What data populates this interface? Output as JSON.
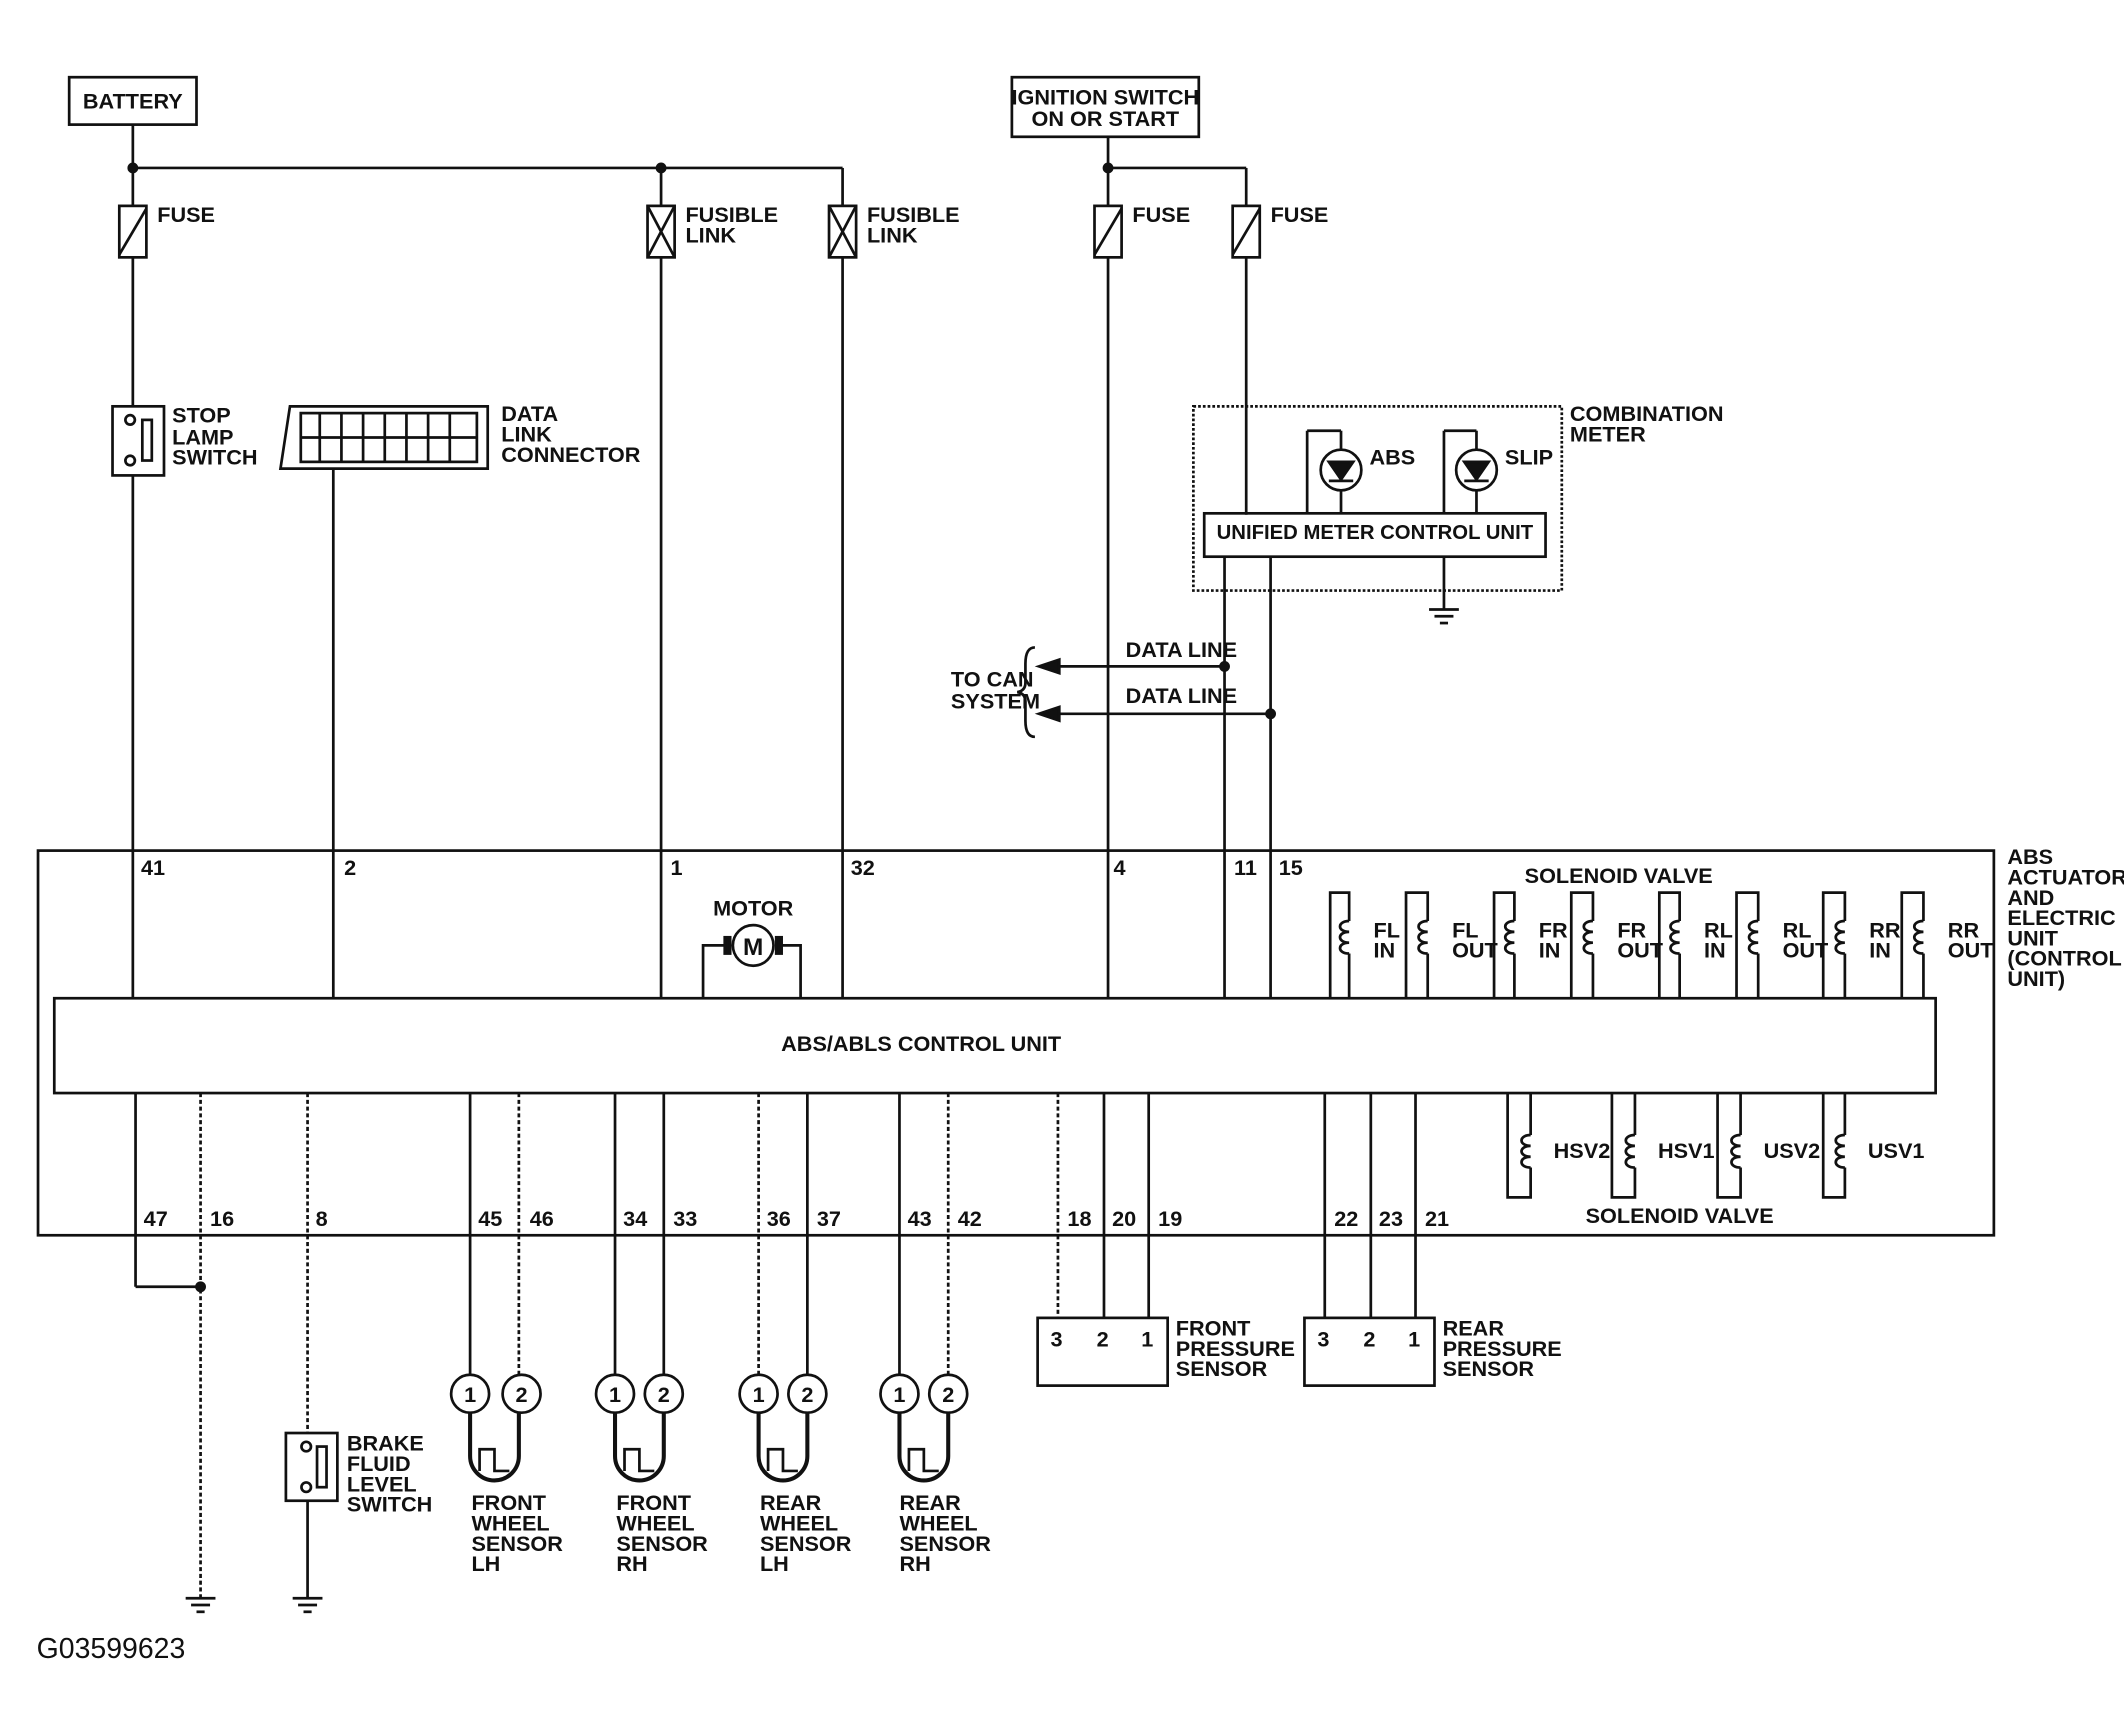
{
  "power": {
    "battery": "BATTERY",
    "ignition_line1": "IGNITION SWITCH",
    "ignition_line2": "ON OR START",
    "fuse": "FUSE",
    "fusible_link": [
      "FUSIBLE",
      "LINK"
    ]
  },
  "components": {
    "stop_lamp_switch": [
      "STOP",
      "LAMP",
      "SWITCH"
    ],
    "data_link_connector": [
      "DATA",
      "LINK",
      "CONNECTOR"
    ],
    "combination_meter": [
      "COMBINATION",
      "METER"
    ],
    "abs_lamp": "ABS",
    "slip_lamp": "SLIP",
    "unified_meter": "UNIFIED METER CONTROL UNIT",
    "to_can_system": [
      "TO CAN",
      "SYSTEM"
    ],
    "data_line": "DATA LINE",
    "actuator": [
      "ABS",
      "ACTUATOR",
      "AND",
      "ELECTRIC",
      "UNIT",
      "(CONTROL",
      "UNIT)"
    ],
    "motor": "MOTOR",
    "motor_symbol": "M",
    "control_unit": "ABS/ABLS CONTROL UNIT",
    "solenoid_valve": "SOLENOID VALVE",
    "brake_fluid_level_switch": [
      "BRAKE",
      "FLUID",
      "LEVEL",
      "SWITCH"
    ],
    "front_pressure_sensor": [
      "FRONT",
      "PRESSURE",
      "SENSOR"
    ],
    "rear_pressure_sensor": [
      "REAR",
      "PRESSURE",
      "SENSOR"
    ],
    "pressure_sensor_pins": [
      "3",
      "2",
      "1"
    ]
  },
  "solenoids_top": [
    [
      "FL",
      "IN"
    ],
    [
      "FL",
      "OUT"
    ],
    [
      "FR",
      "IN"
    ],
    [
      "FR",
      "OUT"
    ],
    [
      "RL",
      "IN"
    ],
    [
      "RL",
      "OUT"
    ],
    [
      "RR",
      "IN"
    ],
    [
      "RR",
      "OUT"
    ]
  ],
  "solenoids_bottom": [
    "HSV2",
    "HSV1",
    "USV2",
    "USV1"
  ],
  "top_pins": [
    "41",
    "2",
    "1",
    "32",
    "4",
    "11",
    "15"
  ],
  "bottom_pins": [
    "47",
    "16",
    "8",
    "45",
    "46",
    "34",
    "33",
    "36",
    "37",
    "43",
    "42",
    "18",
    "20",
    "19",
    "22",
    "23",
    "21"
  ],
  "wheel_sensors": [
    [
      "FRONT",
      "WHEEL",
      "SENSOR",
      "LH"
    ],
    [
      "FRONT",
      "WHEEL",
      "SENSOR",
      "RH"
    ],
    [
      "REAR",
      "WHEEL",
      "SENSOR",
      "LH"
    ],
    [
      "REAR",
      "WHEEL",
      "SENSOR",
      "RH"
    ]
  ],
  "wheel_sensor_pins": [
    "1",
    "2"
  ],
  "reference_id": "G03599623"
}
